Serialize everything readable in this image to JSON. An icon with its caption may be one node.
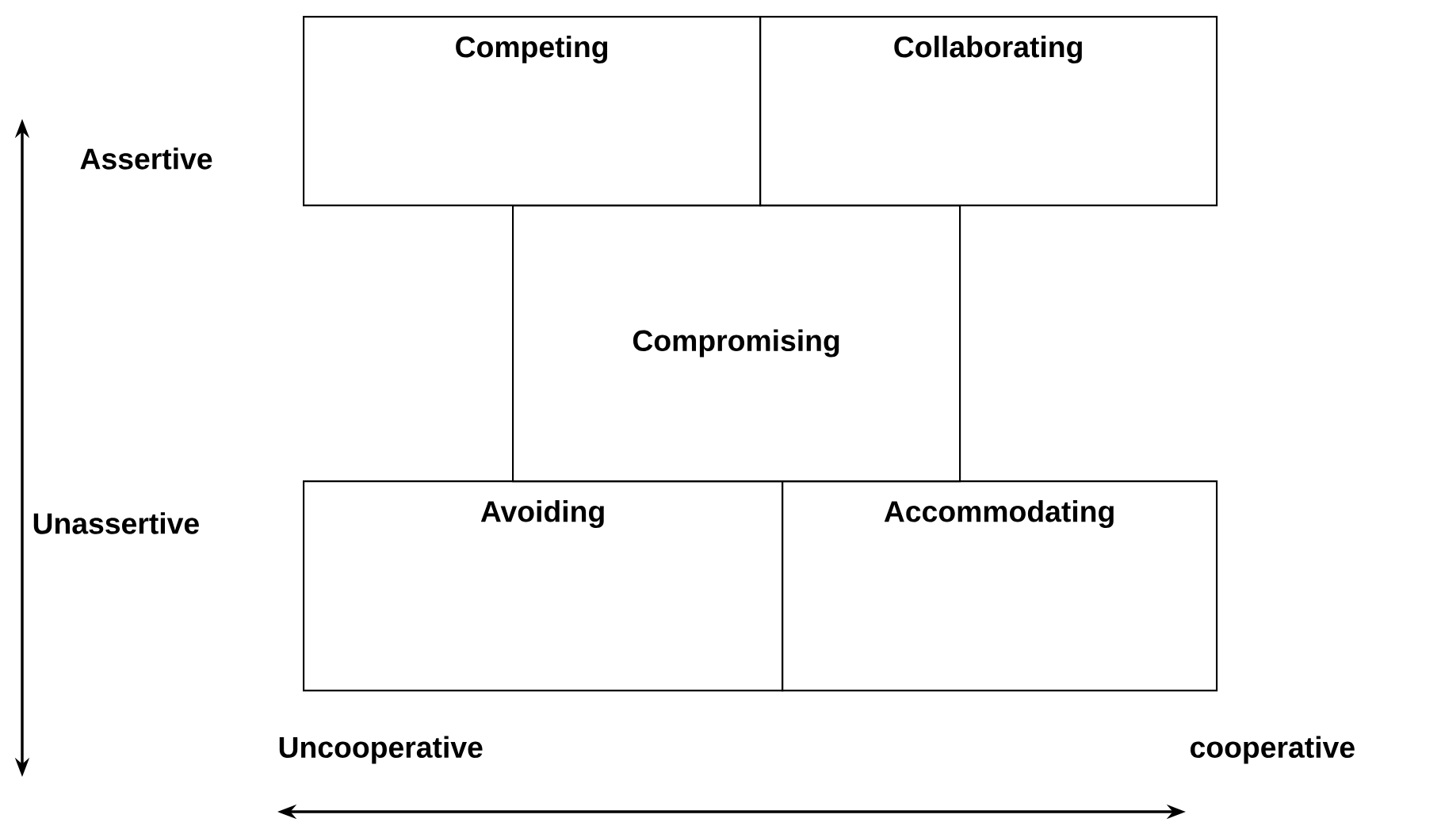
{
  "diagram": {
    "nodes": [
      {
        "text": [
          "Competing"
        ]
      },
      {
        "text": [
          "Collaborating"
        ]
      },
      {
        "text": [
          "Compromising"
        ]
      },
      {
        "text": [
          "Avoiding"
        ]
      },
      {
        "text": [
          "Accommodating"
        ]
      }
    ],
    "labels": [
      "Assertive",
      "Unassertive",
      "Uncooperative",
      "cooperative"
    ]
  }
}
